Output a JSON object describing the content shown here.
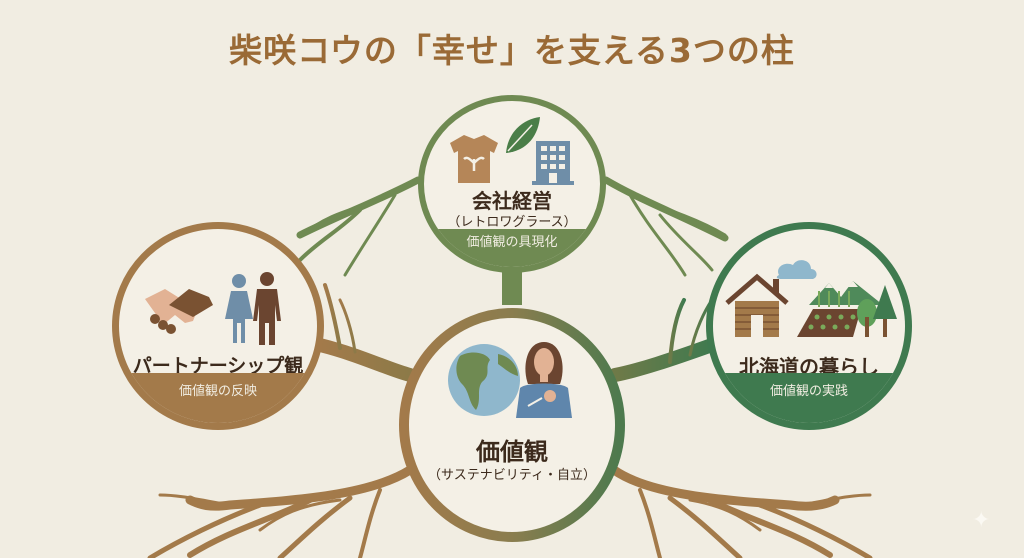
{
  "title": "柴咲コウの「幸せ」を支える3つの柱",
  "colors": {
    "background": "#f1ede2",
    "title": "#9a6a36",
    "brown": "#a37a4a",
    "olive_green": "#6f8a52",
    "forest_green": "#3f7a4f",
    "text_dark": "#3c2a1c"
  },
  "nodes": {
    "top": {
      "heading": "会社経営",
      "subheading": "（レトロワグラース）",
      "band": "価値観の具現化",
      "icons": [
        "sweater-with-sprout-icon",
        "leaf-icon",
        "office-building-icon"
      ]
    },
    "left": {
      "heading": "パートナーシップ観",
      "band": "価値観の反映",
      "icons": [
        "handshake-icon",
        "couple-icon"
      ]
    },
    "right": {
      "heading": "北海道の暮らし",
      "band": "価値観の実践",
      "icons": [
        "log-cabin-icon",
        "cloud-icon",
        "mountains-icon",
        "farm-field-icon",
        "trees-icon"
      ]
    },
    "center": {
      "heading": "価値観",
      "subheading": "（サステナビリティ・自立）",
      "icons": [
        "globe-icon",
        "woman-hand-on-heart-icon"
      ]
    }
  },
  "watermark": "✦"
}
